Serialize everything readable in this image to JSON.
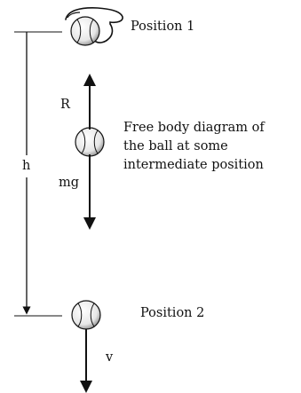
{
  "labels": {
    "position_1": "Position 1",
    "position_2": "Position 2",
    "reaction": "R",
    "weight": "mg",
    "height": "h",
    "velocity": "v",
    "fbd_line1": "Free body diagram of",
    "fbd_line2": "the ball at some",
    "fbd_line3": "intermediate position"
  },
  "colors": {
    "ink": "#111111",
    "ball_fill": "#f2f2f2",
    "ball_shade": "#8a8a8a"
  },
  "icons": {
    "hand": "hand-icon",
    "ball": "baseball-icon"
  }
}
